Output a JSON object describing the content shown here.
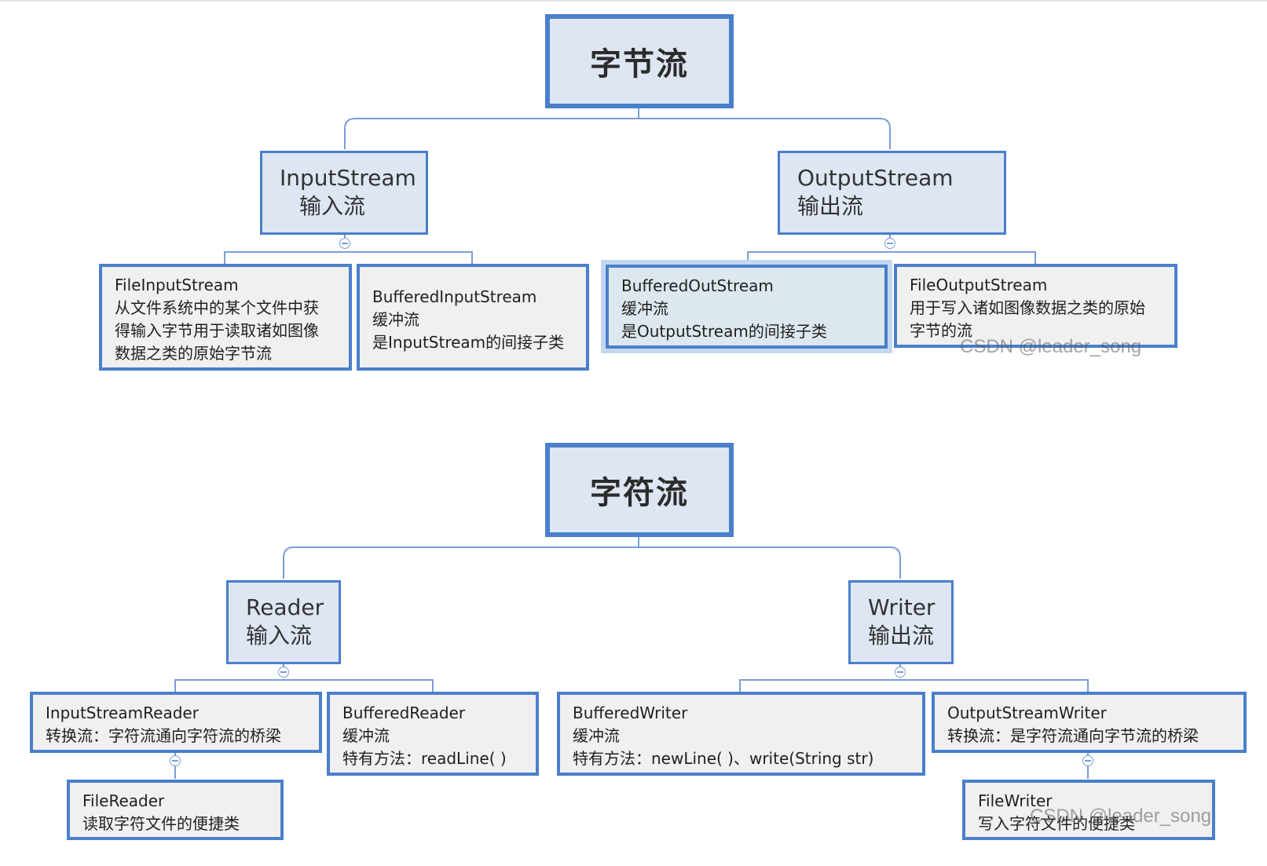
{
  "byte_stream": {
    "title": "字节流",
    "input": {
      "line1": "InputStream",
      "line2": "输入流"
    },
    "output": {
      "line1": "OutputStream",
      "line2": "输出流"
    },
    "file_input_stream": [
      "FileInputStream",
      "从文件系统中的某个文件中获",
      "得输入字节用于读取诸如图像",
      "数据之类的原始字节流"
    ],
    "buffered_input_stream": [
      "BufferedInputStream",
      "缓冲流",
      "是InputStream的间接子类"
    ],
    "buffered_out_stream": [
      "BufferedOutStream",
      "缓冲流",
      "是OutputStream的间接子类"
    ],
    "file_output_stream": [
      "FileOutputStream",
      "用于写入诸如图像数据之类的原始",
      "字节的流"
    ]
  },
  "char_stream": {
    "title": "字符流",
    "reader": {
      "line1": "Reader",
      "line2": "输入流"
    },
    "writer": {
      "line1": "Writer",
      "line2": "输出流"
    },
    "input_stream_reader": [
      "InputStreamReader",
      "转换流：字符流通向字符流的桥梁"
    ],
    "buffered_reader": [
      "BufferedReader",
      "缓冲流",
      "特有方法：readLine( )"
    ],
    "buffered_writer": [
      "BufferedWriter",
      "缓冲流",
      "特有方法：newLine( )、write(String str)"
    ],
    "output_stream_writer": [
      "OutputStreamWriter",
      "转换流：是字符流通向字节流的桥梁"
    ],
    "file_reader": [
      "FileReader",
      "读取字符文件的便捷类"
    ],
    "file_writer": [
      "FileWriter",
      "写入字符文件的便捷类"
    ]
  },
  "watermark": "CSDN @leader_song",
  "colors": {
    "border": "#4a7fcb",
    "connector": "#7a9fd6",
    "header_fill": "#dde6f2",
    "leaf_fill": "#f0f0f0"
  }
}
